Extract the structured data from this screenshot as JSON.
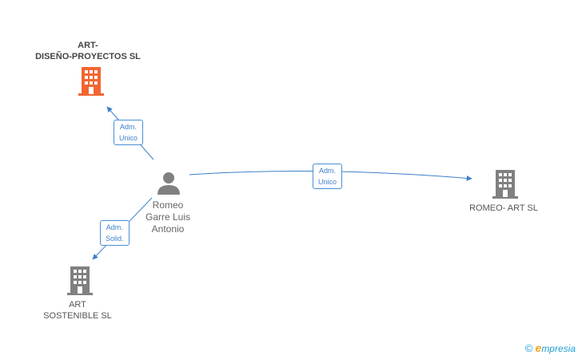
{
  "nodes": {
    "art_diseno": {
      "line1": "ART-",
      "line2": "DISEÑO-PROYECTOS SL",
      "color": "#f26532"
    },
    "person": {
      "line1": "Romeo",
      "line2": "Garre Luis",
      "line3": "Antonio",
      "color": "#808080"
    },
    "romeo_art": {
      "line1": "ROMEO- ART SL",
      "color": "#808080"
    },
    "art_sostenible": {
      "line1": "ART",
      "line2": "SOSTENIBLE SL",
      "color": "#808080"
    }
  },
  "edges": {
    "to_art_diseno": {
      "line1": "Adm.",
      "line2": "Unico"
    },
    "to_romeo_art": {
      "line1": "Adm.",
      "line2": "Unico"
    },
    "to_art_sostenible": {
      "line1": "Adm.",
      "line2": "Solid."
    }
  },
  "brand": {
    "copyright": "©",
    "initial": "e",
    "rest": "mpresia"
  },
  "colors": {
    "edge": "#3d7fc9"
  }
}
